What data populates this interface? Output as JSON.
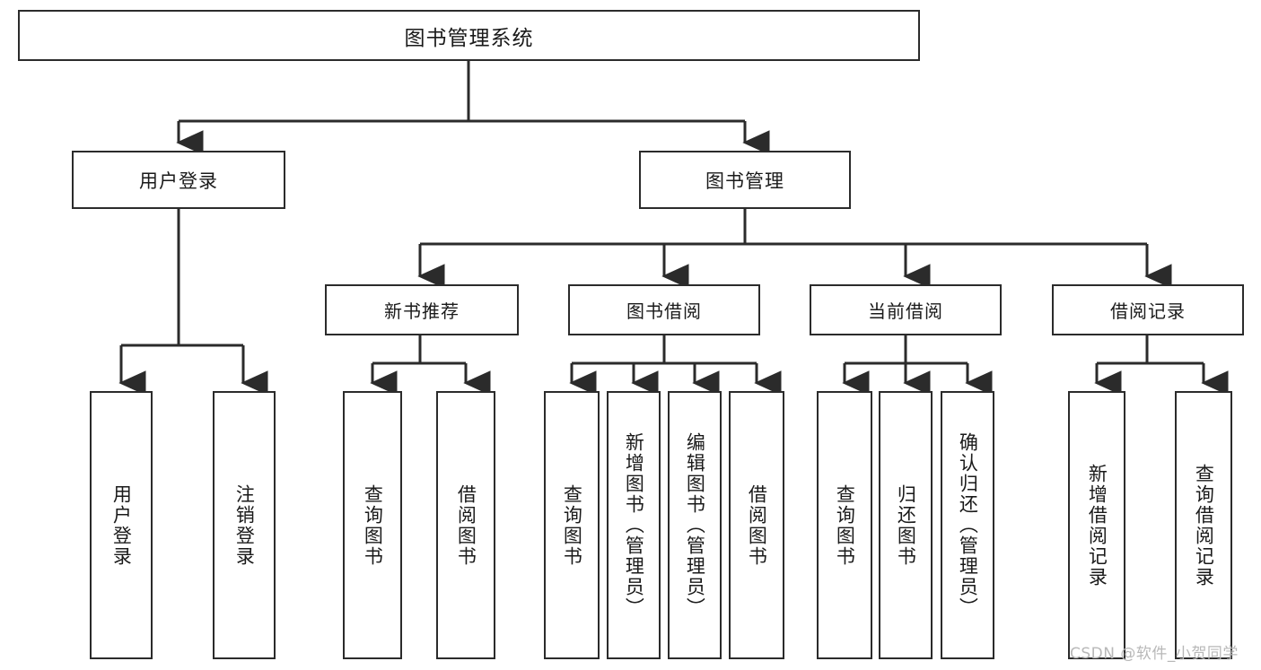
{
  "diagram": {
    "title": "图书管理系统",
    "type": "tree-hierarchy-chart",
    "root": {
      "label": "图书管理系统"
    },
    "level2": [
      {
        "id": "user-login",
        "label": "用户登录"
      },
      {
        "id": "book-manage",
        "label": "图书管理"
      }
    ],
    "level3": [
      {
        "id": "new-book-recommend",
        "label": "新书推荐"
      },
      {
        "id": "book-borrow",
        "label": "图书借阅"
      },
      {
        "id": "current-borrow",
        "label": "当前借阅"
      },
      {
        "id": "borrow-record",
        "label": "借阅记录"
      }
    ],
    "leaves": {
      "user_login": [
        {
          "id": "leaf-user-login",
          "label": "用户登录"
        },
        {
          "id": "leaf-logout",
          "label": "注销登录"
        }
      ],
      "new_book_recommend": [
        {
          "id": "leaf-query-book-1",
          "label": "查询图书"
        },
        {
          "id": "leaf-borrow-book-1",
          "label": "借阅图书"
        }
      ],
      "book_borrow": [
        {
          "id": "leaf-query-book-2",
          "label": "查询图书"
        },
        {
          "id": "leaf-add-book",
          "label": "新增图书（管理员）"
        },
        {
          "id": "leaf-edit-book",
          "label": "编辑图书（管理员）"
        },
        {
          "id": "leaf-borrow-book-2",
          "label": "借阅图书"
        }
      ],
      "current_borrow": [
        {
          "id": "leaf-query-book-3",
          "label": "查询图书"
        },
        {
          "id": "leaf-return-book",
          "label": "归还图书"
        },
        {
          "id": "leaf-confirm-return",
          "label": "确认归还（管理员）"
        }
      ],
      "borrow_record": [
        {
          "id": "leaf-add-record",
          "label": "新增借阅记录"
        },
        {
          "id": "leaf-query-record",
          "label": "查询借阅记录"
        }
      ]
    }
  },
  "watermark": {
    "text": "CSDN @软件_小贺同学"
  },
  "colors": {
    "stroke": "#2b2b2b",
    "background": "#ffffff",
    "text": "#1a1a1a",
    "watermark": "#b8b8b8"
  }
}
